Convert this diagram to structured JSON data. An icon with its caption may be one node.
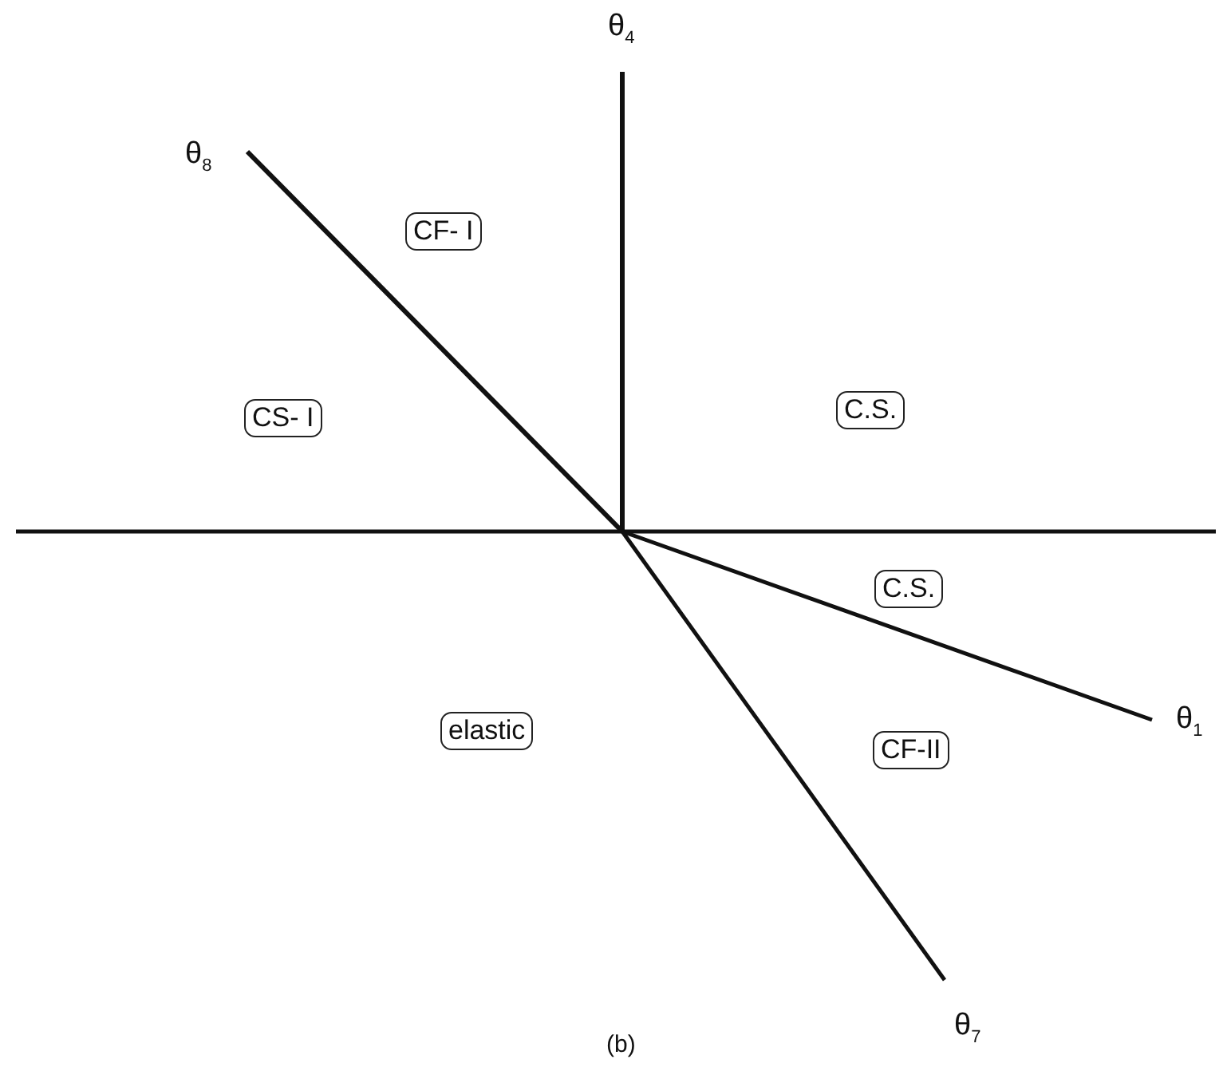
{
  "diagram": {
    "caption": "(b)",
    "nodes": [
      {
        "text": [
          "CF- I"
        ]
      },
      {
        "text": [
          "C.S."
        ]
      },
      {
        "text": [
          "CS- I"
        ]
      },
      {
        "text": [
          "C.S."
        ]
      },
      {
        "text": [
          "elastic"
        ]
      },
      {
        "text": [
          "CF-II"
        ]
      }
    ],
    "edges": [],
    "labels": [
      "θ$_{4}$",
      "θ$_{8}$",
      "θ$_{1}$",
      "θ$_{7}$"
    ]
  }
}
